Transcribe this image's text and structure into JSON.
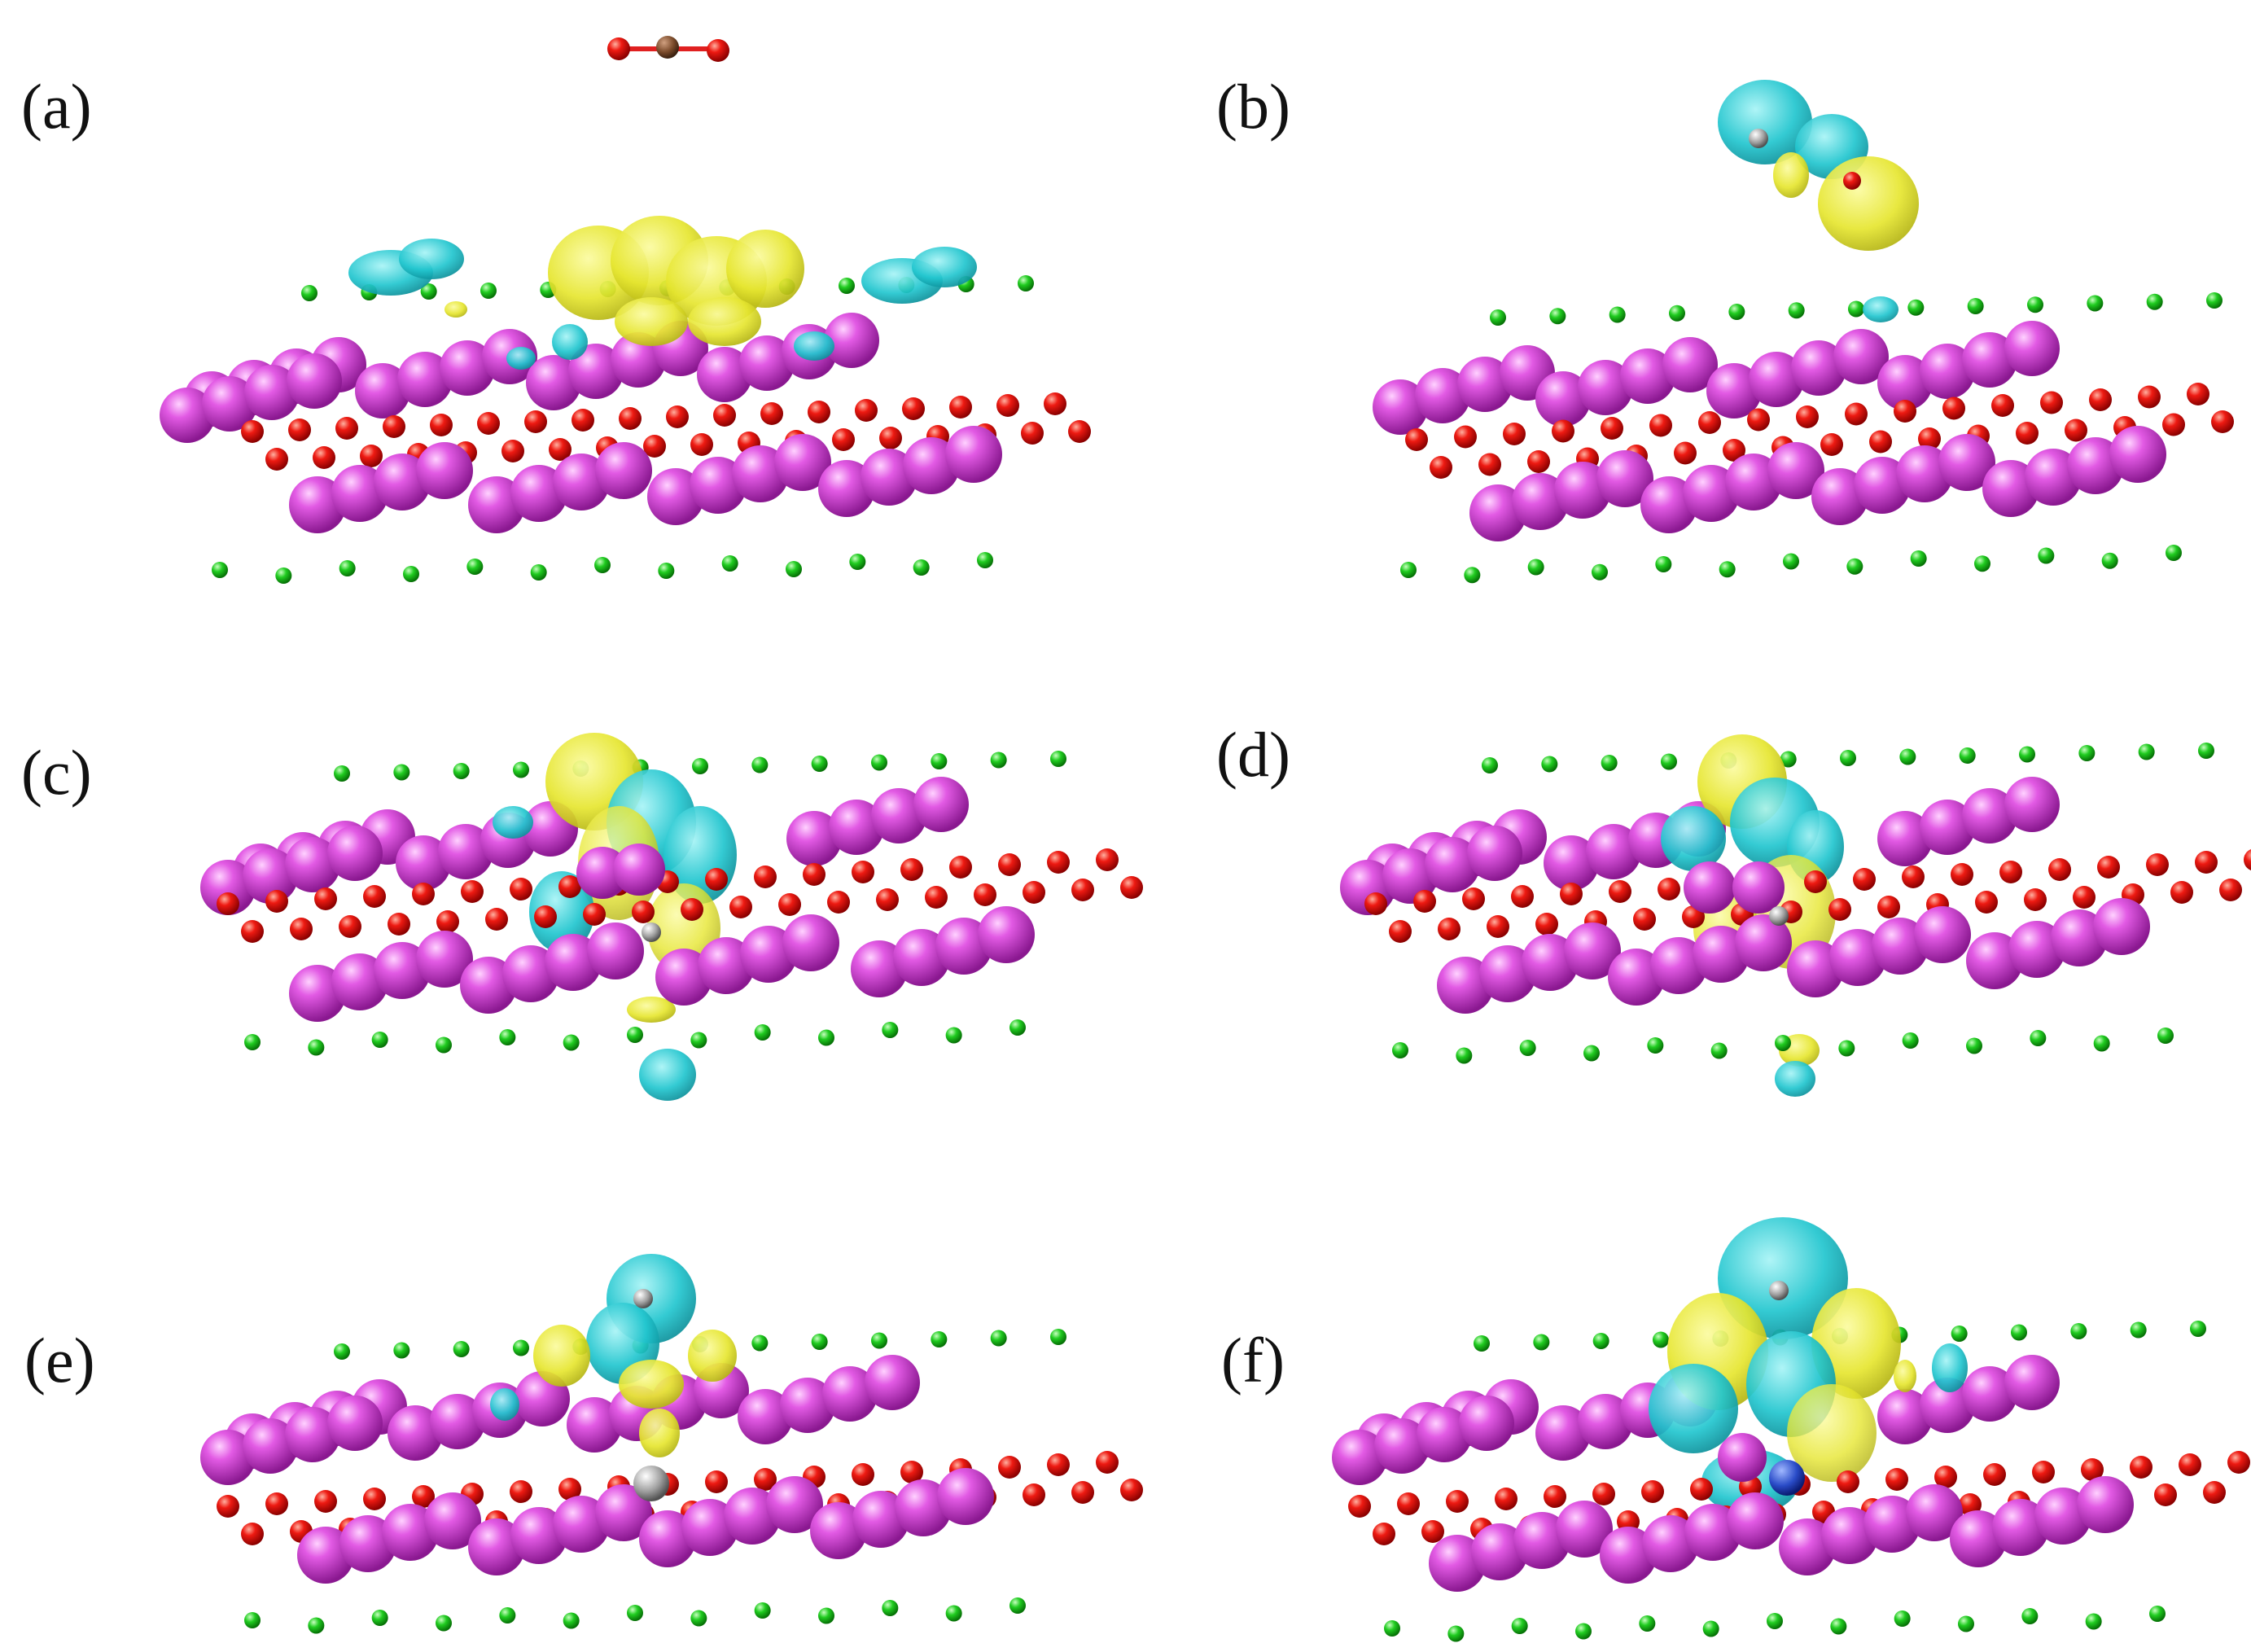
{
  "panels": [
    {
      "id": "a",
      "label": "(a)"
    },
    {
      "id": "b",
      "label": "(b)"
    },
    {
      "id": "c",
      "label": "(c)"
    },
    {
      "id": "d",
      "label": "(d)"
    },
    {
      "id": "e",
      "label": "(e)"
    },
    {
      "id": "f",
      "label": "(f)"
    }
  ],
  "colors": {
    "metal_atom": "#d63fd9",
    "oxygen_atom": "#ee1111",
    "small_atom": "#18c818",
    "charge_accumulation": "#e8e830",
    "charge_depletion": "#1fc8d0",
    "carbon_atom": "#7a4a2a",
    "adsorbate_gray": "#9a9a9a",
    "adsorbate_blue": "#2a4cc8"
  }
}
